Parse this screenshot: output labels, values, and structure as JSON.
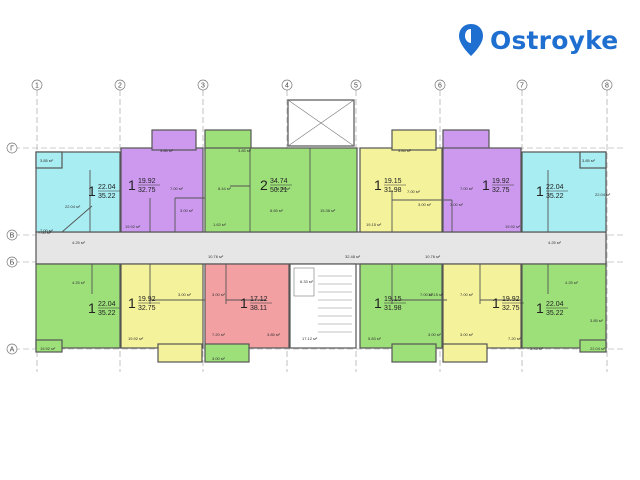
{
  "brand": {
    "name": "Ostroyke",
    "accent": "#1f6fd1"
  },
  "axes": {
    "columns": [
      "1",
      "2",
      "3",
      "4",
      "5",
      "6",
      "7",
      "8"
    ],
    "rows": [
      "Г",
      "В",
      "Б",
      "А"
    ]
  },
  "colors": {
    "cyan": "#a8edf2",
    "purple": "#cc99ee",
    "green": "#9de07a",
    "yellow": "#f4f29a",
    "pink": "#f3a0a3",
    "corridor": "#e6e6e6",
    "wall": "#555555"
  },
  "apartments": [
    {
      "id": "apt-top-1",
      "rooms": "1",
      "living": "22.04",
      "total": "35.22"
    },
    {
      "id": "apt-top-2",
      "rooms": "1",
      "living": "19.92",
      "total": "32.75"
    },
    {
      "id": "apt-top-3",
      "rooms": "2",
      "living": "34.74",
      "total": "50.21"
    },
    {
      "id": "apt-top-4",
      "rooms": "1",
      "living": "19.15",
      "total": "31.98"
    },
    {
      "id": "apt-top-5",
      "rooms": "1",
      "living": "19.92",
      "total": "32.75"
    },
    {
      "id": "apt-top-6",
      "rooms": "1",
      "living": "22.04",
      "total": "35.22"
    },
    {
      "id": "apt-bot-1",
      "rooms": "1",
      "living": "22.04",
      "total": "35.22"
    },
    {
      "id": "apt-bot-2",
      "rooms": "1",
      "living": "19.92",
      "total": "32.75"
    },
    {
      "id": "apt-bot-3",
      "rooms": "1",
      "living": "17.12",
      "total": "38.11"
    },
    {
      "id": "apt-bot-4",
      "rooms": "1",
      "living": "19.15",
      "total": "31.98"
    },
    {
      "id": "apt-bot-5",
      "rooms": "1",
      "living": "19.92",
      "total": "32.75"
    },
    {
      "id": "apt-bot-6",
      "rooms": "1",
      "living": "22.04",
      "total": "35.22"
    }
  ],
  "room_areas": [
    "3.85 м²",
    "7.00 м²",
    "22.04 м²",
    "3.86 м²",
    "19.92 м²",
    "7.00 м²",
    "8.44 м²",
    "3.00 м²",
    "1.63 м²",
    "3.85 м²",
    "14.36 м²",
    "8.65 м²",
    "15.38 м²",
    "3.85 м²",
    "19.15 м²",
    "7.00 м²",
    "3.00 м²",
    "3.00 м²",
    "7.00 м²",
    "19.92 м²",
    "22.04 м²",
    "7.00 м²",
    "4.25 м²",
    "4.25 м²",
    "10.76 м²",
    "32.48 м²",
    "10.76 м²",
    "4.25 м²",
    "4.25 м²",
    "3.00 м²",
    "3.00 м²",
    "7.00 м²",
    "19.92 м²",
    "7.20 м²",
    "3.00 м²",
    "3.85 м²",
    "17.12 м²",
    "6.33 м²",
    "5.83 м²",
    "19.15 м²",
    "3.00 м²",
    "7.00 м²",
    "3.00 м²",
    "7.20 м²",
    "19.92 м²",
    "3.85 м²",
    "22.04 м²",
    "3.85 м²",
    "3.85 м²"
  ]
}
